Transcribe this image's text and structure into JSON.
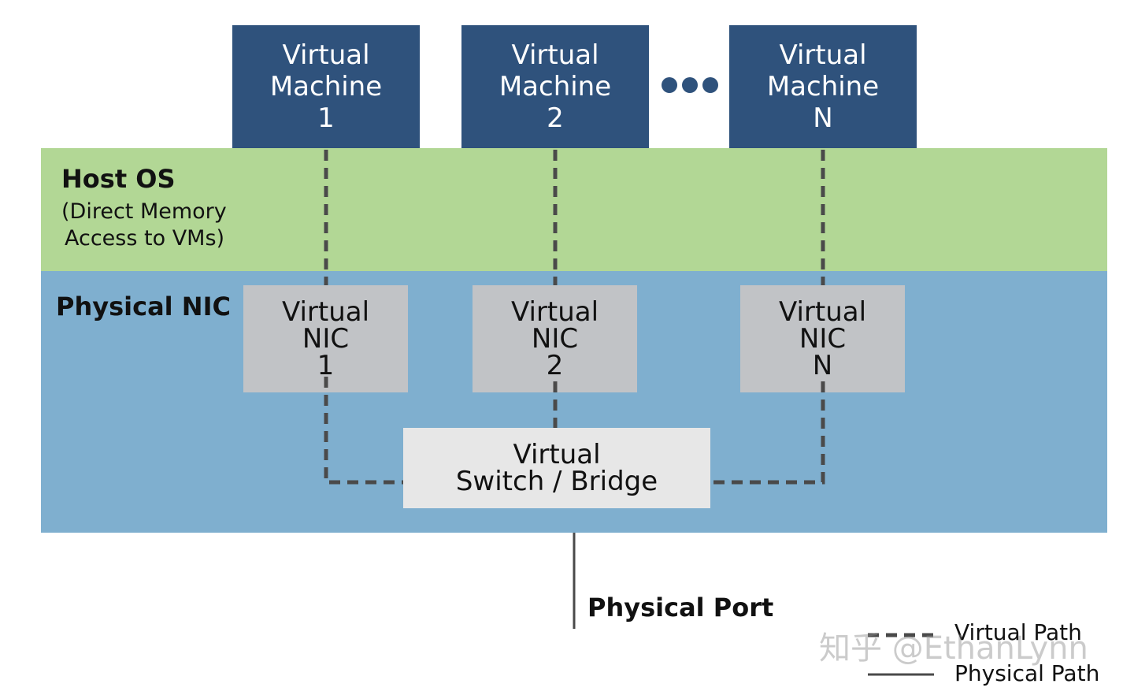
{
  "virtual_machines": [
    {
      "line1": "Virtual",
      "line2": "Machine",
      "line3": "1"
    },
    {
      "line1": "Virtual",
      "line2": "Machine",
      "line3": "2"
    },
    {
      "line1": "Virtual",
      "line2": "Machine",
      "line3": "N"
    }
  ],
  "host_os": {
    "title": "Host OS",
    "subtitle_line1": "(Direct Memory",
    "subtitle_line2": "Access to VMs)"
  },
  "physical_nic": {
    "title": "Physical NIC"
  },
  "virtual_nics": [
    {
      "line1": "Virtual",
      "line2": "NIC",
      "line3": "1"
    },
    {
      "line1": "Virtual",
      "line2": "NIC",
      "line3": "2"
    },
    {
      "line1": "Virtual",
      "line2": "NIC",
      "line3": "N"
    }
  ],
  "switch": {
    "line1": "Virtual",
    "line2": "Switch / Bridge"
  },
  "physical_port": {
    "label": "Physical Port"
  },
  "legend": {
    "virtual_path": "Virtual Path",
    "physical_path": "Physical Path"
  },
  "watermark": "知乎 @EthanLynn",
  "colors": {
    "vm_box": "#2f527c",
    "host_os_band": "#b2d795",
    "physical_nic_band": "#7fafcf",
    "virtual_nic_box": "#c1c3c6",
    "switch_box": "#e7e7e7",
    "path_line": "#4a4a4a"
  }
}
